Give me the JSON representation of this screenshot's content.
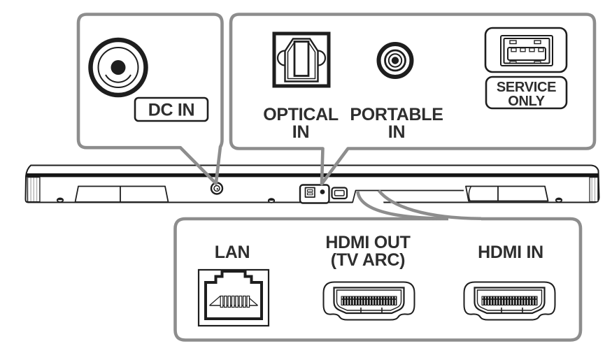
{
  "callouts": {
    "dc_in": {
      "label": "DC IN"
    },
    "rear_connectors": {
      "optical": {
        "line1": "OPTICAL",
        "line2": "IN"
      },
      "portable": {
        "line1": "PORTABLE",
        "line2": "IN"
      },
      "service_usb": {
        "line1": "SERVICE",
        "line2": "ONLY"
      }
    },
    "bottom_connectors": {
      "lan": {
        "label": "LAN"
      },
      "hdmi_out": {
        "line1": "HDMI OUT",
        "line2": "(TV ARC)"
      },
      "hdmi_in": {
        "label": "HDMI IN"
      }
    }
  },
  "colors": {
    "background": "#ffffff",
    "line_art": "#1e1e1e",
    "callout_border": "#8d8d8d",
    "label_text": "#2e2e2e",
    "hatch": "#b4b4b4"
  }
}
